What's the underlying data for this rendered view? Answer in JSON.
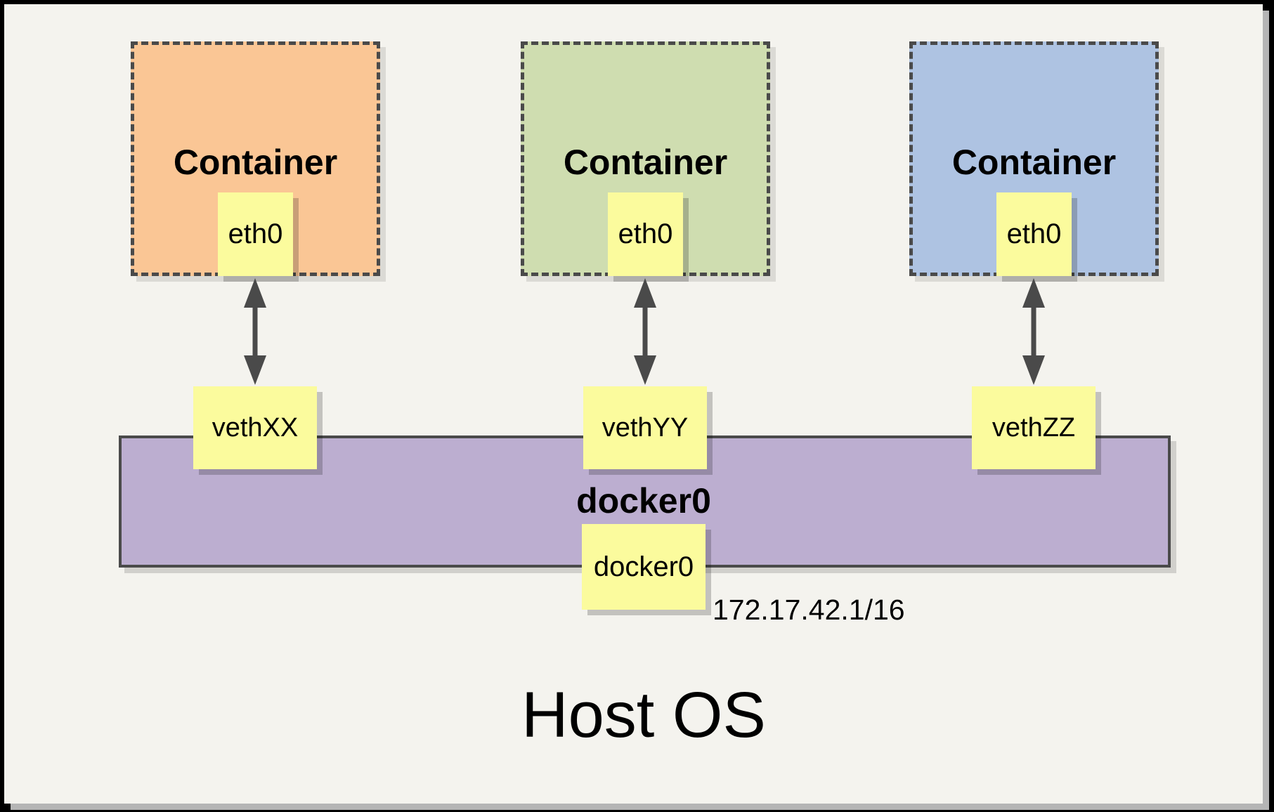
{
  "containers": [
    {
      "label": "Container",
      "iface": "eth0",
      "fill": "#FAC695"
    },
    {
      "label": "Container",
      "iface": "eth0",
      "fill": "#CFDDB0"
    },
    {
      "label": "Container",
      "iface": "eth0",
      "fill": "#AEC3E2"
    }
  ],
  "veths": [
    {
      "label": "vethXX"
    },
    {
      "label": "vethYY"
    },
    {
      "label": "vethZZ"
    }
  ],
  "bridge": {
    "title": "docker0",
    "iface": "docker0",
    "ip": "172.17.42.1/16",
    "fill": "#BCAED0"
  },
  "host": {
    "label": "Host OS"
  },
  "colors": {
    "note": "#FBFB9D",
    "stroke": "#4A4A4A",
    "panel_bg": "#F4F3EE",
    "frame": "#000000",
    "frame_shadow": "#B5B5B5"
  }
}
